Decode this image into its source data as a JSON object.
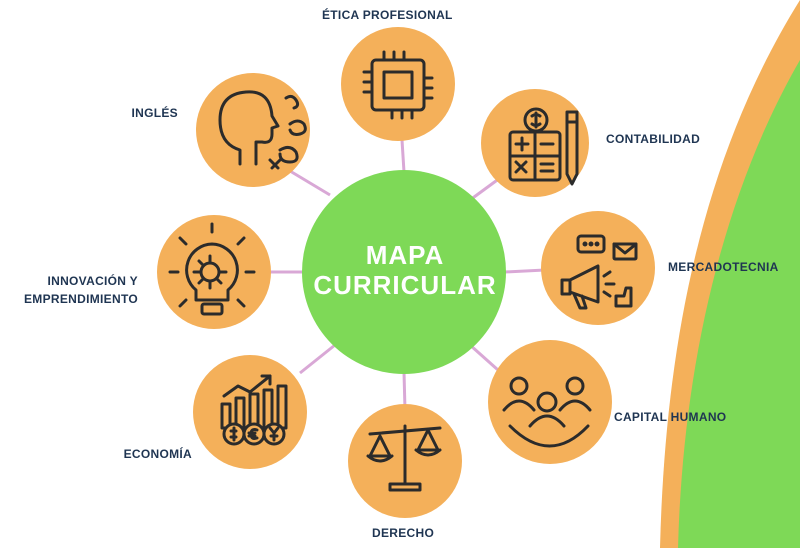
{
  "center": {
    "line1": "MAPA",
    "line2": "CURRICULAR"
  },
  "nodes": [
    {
      "id": "etica",
      "label": "ÉTICA PROFESIONAL",
      "icon": "hands-teamwork-icon"
    },
    {
      "id": "contabilidad",
      "label": "CONTABILIDAD",
      "icon": "calculator-pencil-icon"
    },
    {
      "id": "mercadotecnia",
      "label": "MERCADOTECNIA",
      "icon": "megaphone-icon"
    },
    {
      "id": "capital-humano",
      "label": "CAPITAL HUMANO",
      "icon": "people-group-icon"
    },
    {
      "id": "derecho",
      "label": "DERECHO",
      "icon": "scales-icon"
    },
    {
      "id": "economia",
      "label": "ECONOMÍA",
      "icon": "coins-chart-icon"
    },
    {
      "id": "innovacion",
      "label_line1": "INNOVACIÓN Y",
      "label_line2": "EMPRENDIMIENTO",
      "icon": "lightbulb-gear-icon"
    },
    {
      "id": "ingles",
      "label": "INGLÉS",
      "icon": "head-speaking-icon"
    }
  ],
  "colors": {
    "center_fill": "#7ed957",
    "node_fill": "#f4b05a",
    "connector": "#d9a8d6",
    "label_text": "#1f3552",
    "icon_stroke": "#2b2b2b",
    "corner_orange": "#f4b05a",
    "corner_green": "#7ed957"
  }
}
